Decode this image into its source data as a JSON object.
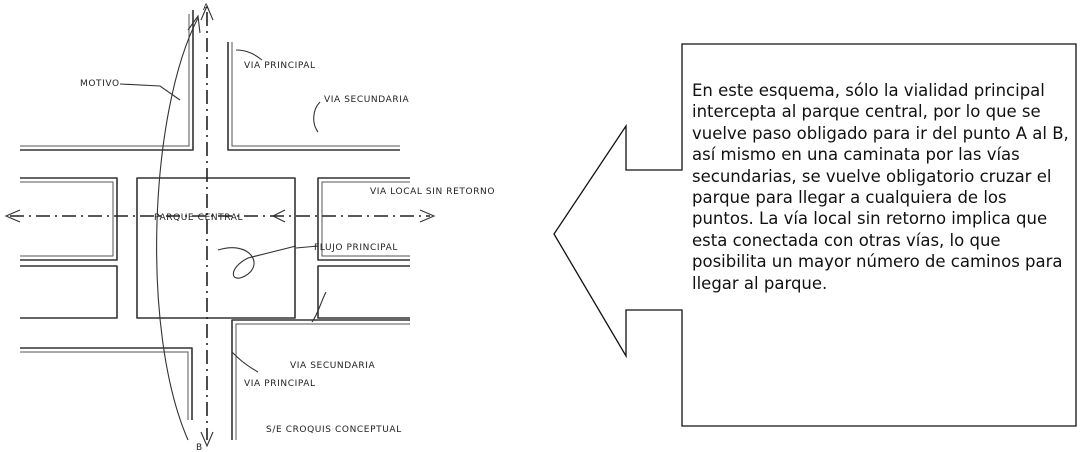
{
  "sketch": {
    "label_a": "A",
    "label_b": "B",
    "label_motivo": "MOTIVO",
    "label_via_principal_top": "VIA PRINCIPAL",
    "label_via_secundaria_top": "VIA SECUNDARIA",
    "label_via_local": "VIA LOCAL SIN RETORNO",
    "label_parque_central": "PARQUE CENTRAL",
    "label_flujo_principal": "FLUJO PRINCIPAL",
    "label_via_secundaria_bottom": "VIA SECUNDARIA",
    "label_via_principal_bottom": "VIA PRINCIPAL",
    "label_croquis": "S/E  CROQUIS CONCEPTUAL"
  },
  "callout": {
    "text": "En este esquema, sólo la vialidad principal intercepta al parque central, por lo que se vuelve paso obligado para ir del punto A al B, así mismo en una caminata por las vías secundarias, se vuelve obligatorio cruzar el parque para llegar a cualquiera de los puntos. La vía local sin retorno implica que esta conectada con otras vías, lo que posibilita un mayor número de caminos para llegar al parque."
  }
}
